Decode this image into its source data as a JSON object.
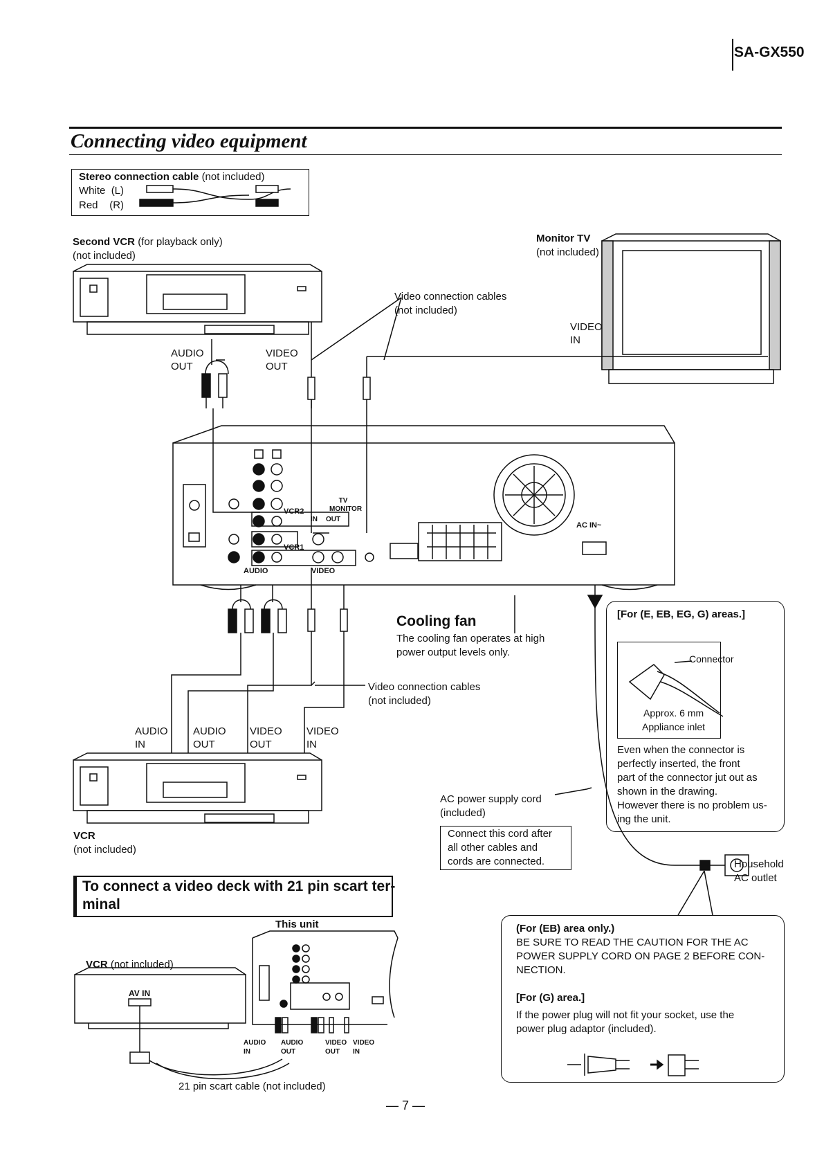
{
  "header": {
    "model": "SA-GX550"
  },
  "section": {
    "title": "Connecting video equipment"
  },
  "stereo_cable": {
    "title": "Stereo connection cable",
    "note": "(not included)",
    "white": "White",
    "white_side": "(L)",
    "red": "Red",
    "red_side": "(R)"
  },
  "second_vcr": {
    "name": "Second VCR",
    "use": "(for playback only)",
    "note": "(not included)",
    "audio_out": [
      "AUDIO",
      "OUT"
    ],
    "video_out": [
      "VIDEO",
      "OUT"
    ]
  },
  "monitor": {
    "name": "Monitor TV",
    "note": "(not included)",
    "video_in": [
      "VIDEO",
      "IN"
    ]
  },
  "video_cables_top": [
    "Video connection cables",
    "(not included)"
  ],
  "panel": {
    "tv_monitor": [
      "TV",
      "MONITOR"
    ],
    "in": "IN",
    "out": "OUT",
    "vcr2": "VCR2",
    "vcr1": "VCR1",
    "audio": "AUDIO",
    "video": "VIDEO",
    "ac_in": "AC IN~"
  },
  "cooling_fan": {
    "title": "Cooling fan",
    "text": [
      "The cooling fan operates at high",
      "power output levels only."
    ]
  },
  "video_cables_bottom": [
    "Video connection cables",
    "(not included)"
  ],
  "vcr": {
    "name": "VCR",
    "note": "(not included)",
    "audio_in": [
      "AUDIO",
      "IN"
    ],
    "audio_out": [
      "AUDIO",
      "OUT"
    ],
    "video_out": [
      "VIDEO",
      "OUT"
    ],
    "video_in": [
      "VIDEO",
      "IN"
    ]
  },
  "areas_box": {
    "title": "[For (E, EB, EG, G) areas.]",
    "connector": "Connector",
    "approx": "Approx. 6 mm",
    "inlet": "Appliance inlet",
    "text": [
      "Even when the connector is",
      "perfectly inserted, the front",
      "part of the connector jut out as",
      "shown in the drawing.",
      "However there is no problem us-",
      "ing the unit."
    ]
  },
  "ac_cord": {
    "label": [
      "AC power supply cord",
      "(included)"
    ]
  },
  "connect_note": [
    "Connect this cord after",
    "all other cables and",
    "cords are connected."
  ],
  "outlet": [
    "Household",
    "AC outlet"
  ],
  "scart": {
    "title": [
      "To connect a video deck with 21 pin scart ter-",
      "minal"
    ],
    "this_unit": "This unit",
    "vcr_name": "VCR",
    "vcr_note": "(not included)",
    "av_in": "AV IN",
    "audio_in": [
      "AUDIO",
      "IN"
    ],
    "audio_out": [
      "AUDIO",
      "OUT"
    ],
    "video_out": [
      "VIDEO",
      "OUT"
    ],
    "video_in": [
      "VIDEO",
      "IN"
    ],
    "cable": "21 pin scart cable (not included)"
  },
  "caution": {
    "eb_title": "(For (EB) area only.)",
    "eb_text": [
      "BE SURE TO READ THE CAUTION FOR THE AC",
      "POWER SUPPLY CORD ON PAGE 2 BEFORE CON-",
      "NECTION."
    ],
    "g_title": "[For (G) area.]",
    "g_text": [
      "If the power plug will not fit your socket, use the",
      "power plug adaptor (included)."
    ]
  },
  "page": {
    "number": "— 7 —"
  }
}
